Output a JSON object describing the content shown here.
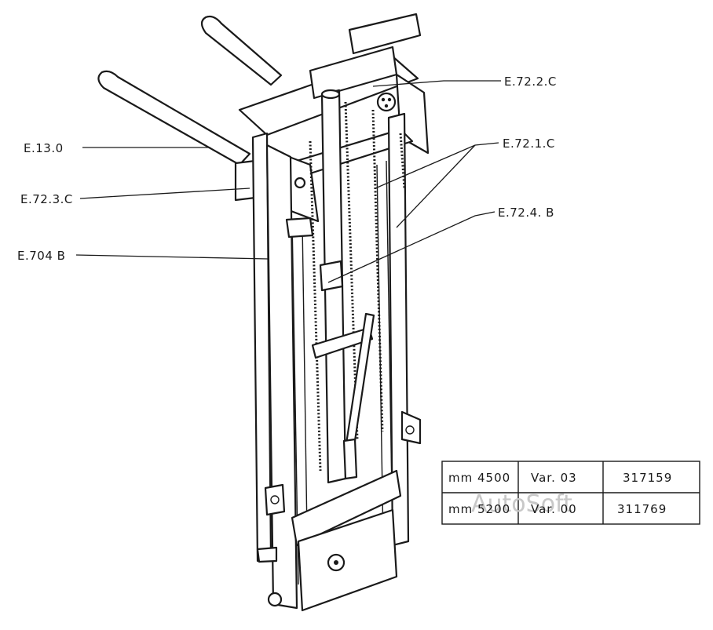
{
  "callouts": [
    {
      "id": "e7220",
      "text": "E.72.2.C"
    },
    {
      "id": "e130",
      "text": "E.13.0"
    },
    {
      "id": "e7210",
      "text": "E.72.1.C"
    },
    {
      "id": "e7230",
      "text": "E.72.3.C"
    },
    {
      "id": "e724b",
      "text": "E.72.4. B"
    },
    {
      "id": "e704b",
      "text": "E.704 B"
    }
  ],
  "variants_table": {
    "rows": [
      {
        "height": "mm 4500",
        "variant": "Var. 03",
        "code": "317159"
      },
      {
        "height": "mm 5200",
        "variant": "Var. 00",
        "code": "311769"
      }
    ]
  },
  "watermark": "AutoSoft"
}
